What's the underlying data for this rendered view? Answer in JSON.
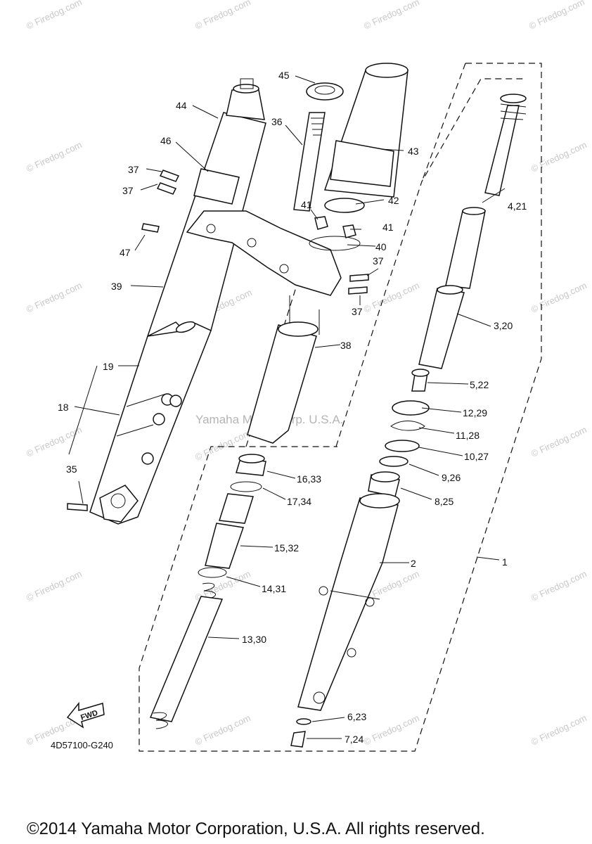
{
  "watermark": {
    "text": "© Firedog.com",
    "center_text": "Yamaha Motor Corp. U.S.A."
  },
  "diagram_code": "4D57100-G240",
  "fwd_label": "FWD",
  "copyright": "©2014 Yamaha Motor Corporation, U.S.A. All rights reserved.",
  "part_labels": {
    "p44": "44",
    "p45": "45",
    "p36": "36",
    "p43": "43",
    "p46": "46",
    "p37a": "37",
    "p37b": "37",
    "p37c": "37",
    "p37d": "37",
    "p42": "42",
    "p41a": "41",
    "p41b": "41",
    "p40": "40",
    "p47": "47",
    "p4_21": "4,21",
    "p39": "39",
    "p3_20": "3,20",
    "p38": "38",
    "p19": "19",
    "p5_22": "5,22",
    "p18": "18",
    "p12_29": "12,29",
    "p11_28": "11,28",
    "p10_27": "10,27",
    "p35": "35",
    "p16_33": "16,33",
    "p9_26": "9,26",
    "p17_34": "17,34",
    "p8_25": "8,25",
    "p15_32": "15,32",
    "p2": "2",
    "p1": "1",
    "p14_31": "14,31",
    "p13_30": "13,30",
    "p6_23": "6,23",
    "p7_24": "7,24"
  }
}
